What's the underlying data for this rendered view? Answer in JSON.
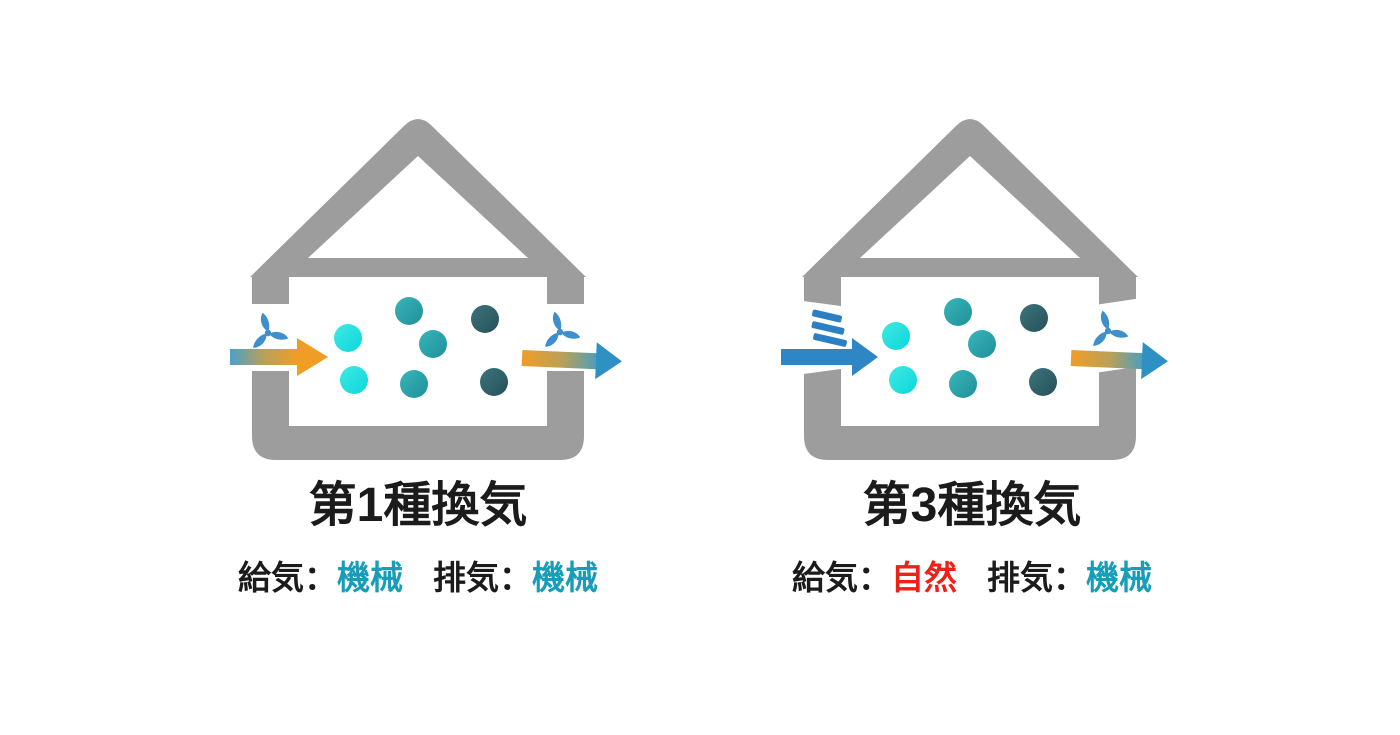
{
  "colors": {
    "background": "#ffffff",
    "house_gray": "#9d9d9d",
    "fan_blue": "#3e8fcb",
    "vent_blue": "#2b80c3",
    "arrow_blue": "#2e86c5",
    "arrow_head_blue": "#2f90c4",
    "arrow_orange": "#f09d26",
    "dot_cyan": "#12dede",
    "dot_teal": "#28a4aa",
    "dot_dark": "#2f646b",
    "text_black": "#1b1b1b",
    "text_teal": "#189db8",
    "text_red": "#ee201a"
  },
  "icons": {
    "fan": "three-blade-propeller",
    "natural_vent": "three-slanted-dashes",
    "air_particles": "teal-cyan-dots",
    "supply_arrow_type1": "gradient-blue-to-orange-arrow",
    "exhaust_arrow": "gradient-orange-to-blue-arrow",
    "supply_arrow_type3": "solid-blue-arrow"
  },
  "cards": [
    {
      "title": "第1種換気",
      "supply": {
        "label": "給気：",
        "value": "機械"
      },
      "exhaust": {
        "label": "排気：",
        "value": "機械"
      }
    },
    {
      "title": "第3種換気",
      "supply": {
        "label": "給気：",
        "value": "自然"
      },
      "exhaust": {
        "label": "排気：",
        "value": "機械"
      }
    }
  ]
}
